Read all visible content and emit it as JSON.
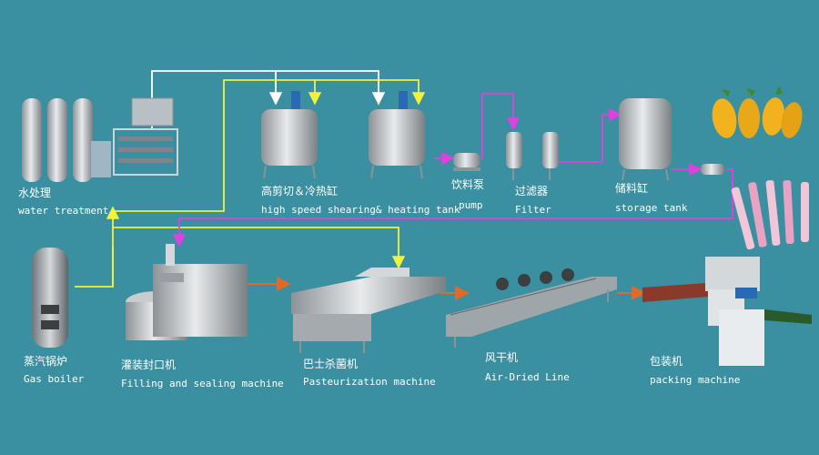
{
  "stations": {
    "water": {
      "zh": "水处理",
      "en": "water treatment"
    },
    "shear": {
      "zh": "高剪切＆冷热缸",
      "en": "high speed shearing& heating tank"
    },
    "pump": {
      "zh": "饮料泵",
      "en": "pump"
    },
    "filter": {
      "zh": "过滤器",
      "en": "Filter"
    },
    "storage": {
      "zh": "储料缸",
      "en": "storage tank"
    },
    "boiler": {
      "zh": "蒸汽锅炉",
      "en": "Gas boiler"
    },
    "filling": {
      "zh": "灌装封口机",
      "en": "Filling and sealing machine"
    },
    "pasteur": {
      "zh": "巴士杀菌机",
      "en": "Pasteurization machine"
    },
    "airdry": {
      "zh": "风干机",
      "en": "Air-Dried Line"
    },
    "packing": {
      "zh": "包装机",
      "en": "packing machine"
    }
  },
  "colors": {
    "background": "#3a8fa0",
    "water_line": "#ffffff",
    "steam_line": "#f2f23a",
    "product_line": "#e040e0",
    "conveyor_arrow": "#e06a2a",
    "steel": "#c8ccd0",
    "mango": "#f2b21e"
  }
}
